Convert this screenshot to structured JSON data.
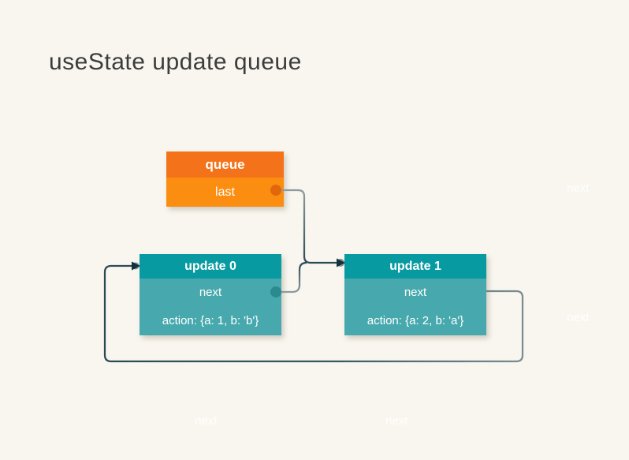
{
  "title": "useState update queue",
  "diagram": {
    "queue": {
      "title": "queue",
      "rows": [
        "last"
      ]
    },
    "update0": {
      "title": "update 0",
      "rows": [
        "next",
        "action: {a: 1, b: 'b'}"
      ]
    },
    "update1": {
      "title": "update 1",
      "rows": [
        "next",
        "action: {a: 2, b: 'a'}"
      ]
    },
    "edge_labels": [
      "next",
      "next",
      "next",
      "next"
    ]
  },
  "colors": {
    "background": "#f8f6ef",
    "title_text": "#3c3c3c",
    "queue_header": "#f4731a",
    "queue_body": "#fb8e11",
    "update_header": "#079aa0",
    "update_body": "#47a9ad",
    "node_text": "#ffffff",
    "edge_start": "#909ba0",
    "edge_end": "#2c4a56",
    "arrowhead": "#13313d",
    "queue_port_dot": "#e2660c",
    "update_port_dot": "#2a8a90"
  }
}
